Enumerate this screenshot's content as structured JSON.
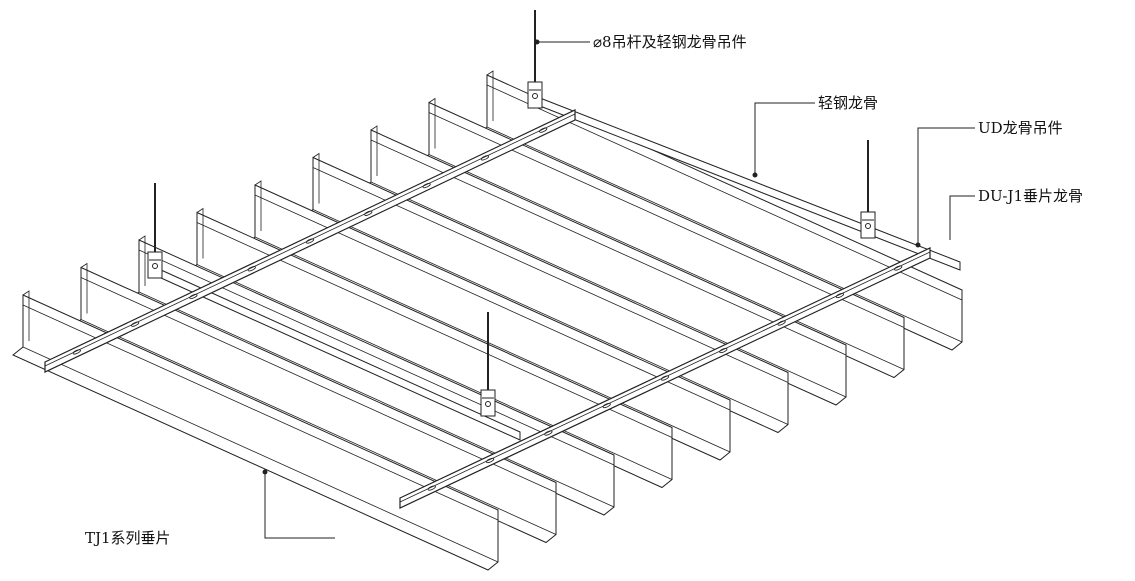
{
  "labels": {
    "hanger_rod": "⌀8吊杆及轻钢龙骨吊件",
    "light_steel_keel": "轻钢龙骨",
    "ud_hanger": "UD龙骨吊件",
    "du_keel": "DU-J1垂片龙骨",
    "baffle": "TJ1系列垂片"
  },
  "colors": {
    "line": "#222222",
    "background": "#ffffff"
  }
}
